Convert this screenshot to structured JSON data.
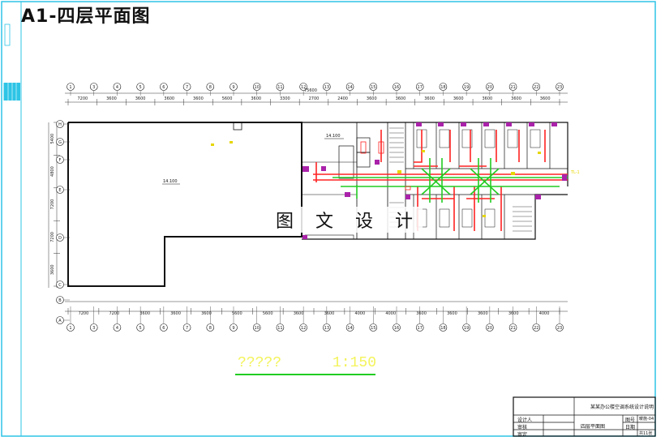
{
  "drawing": {
    "title": "A1-四层平面图",
    "watermark": "图 文 设 计",
    "scale_name": "?????",
    "scale_value": "1:150"
  },
  "dimensions": {
    "top_total": "75600",
    "top": [
      "7200",
      "3600",
      "3600",
      "3600",
      "3600",
      "5600",
      "3600",
      "3300",
      "2700",
      "2400",
      "3600",
      "3600",
      "3600",
      "3600",
      "3600",
      "3600",
      "3600"
    ],
    "bottom": [
      "7200",
      "7200",
      "3600",
      "3600",
      "3600",
      "5600",
      "5600",
      "3600",
      "3600",
      "4000",
      "4000",
      "3600",
      "3600",
      "3600",
      "3600",
      "4000"
    ],
    "left": [
      "5400",
      "4800",
      "7200",
      "7200",
      "3600"
    ]
  },
  "axes": {
    "top": [
      "1",
      "3",
      "4",
      "5",
      "6",
      "7",
      "8",
      "9",
      "10",
      "11",
      "12",
      "13",
      "14",
      "15",
      "16",
      "17",
      "18",
      "19",
      "20",
      "21",
      "22",
      "23"
    ],
    "left": [
      "H",
      "G",
      "F",
      "E",
      "D",
      "C",
      "B",
      "A"
    ]
  },
  "annotations": {
    "elev_left": "14.100",
    "elev_right": "14.100",
    "marker": "TL-1"
  },
  "title_block": {
    "project": "某某办公楼空调系统设计说明",
    "designer": "设计人",
    "checker": "审核",
    "drawing_name": "四层平面图",
    "drawing_no_label": "图号",
    "drawing_no": "暖施-04",
    "date_label": "日期",
    "sheet": "共11张",
    "approve": "审定"
  },
  "colors": {
    "frame": "#2ec4e6",
    "ducts_supply": "#ff2222",
    "ducts_return": "#22cc22",
    "equipment": "#aa22aa",
    "scale_text": "#f3f35a",
    "scale_line": "#22cc22"
  }
}
